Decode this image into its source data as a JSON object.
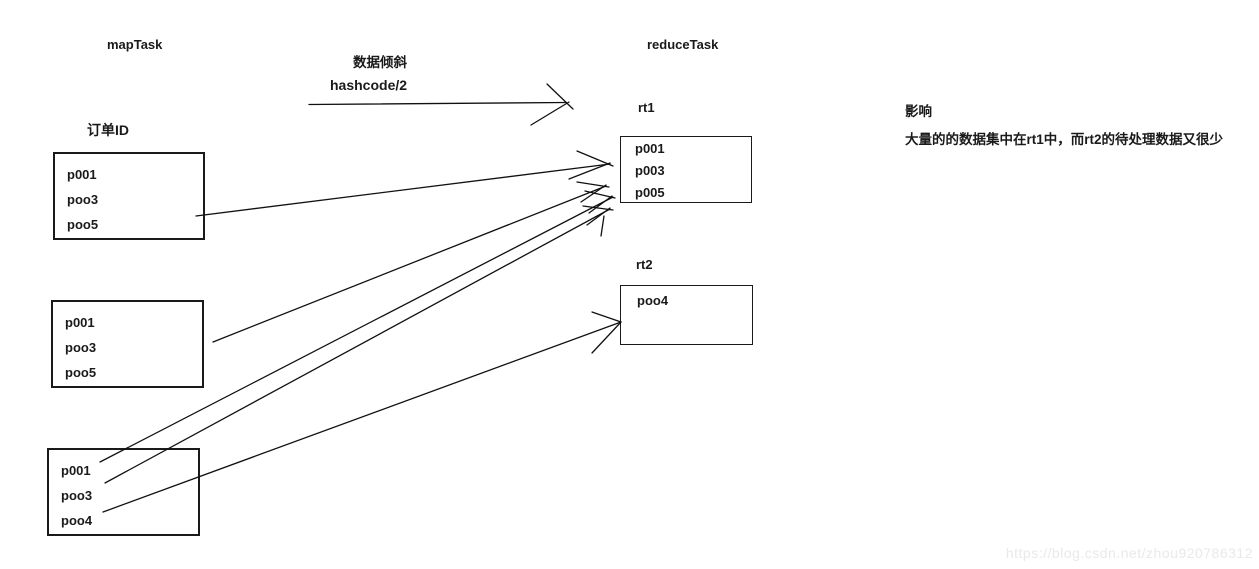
{
  "diagram": {
    "map_section_title": "mapTask",
    "skew_label": "数据倾斜",
    "hash_label": "hashcode/2",
    "order_id_label": "订单ID",
    "reduce_section_title": "reduceTask",
    "map_boxes": [
      {
        "items": [
          "p001",
          "poo3",
          "poo5"
        ]
      },
      {
        "items": [
          "p001",
          "poo3",
          "poo5"
        ]
      },
      {
        "items": [
          "p001",
          "poo3",
          "poo4"
        ]
      }
    ],
    "reduce_boxes": [
      {
        "label": "rt1",
        "items": [
          "p001",
          "p003",
          "p005"
        ]
      },
      {
        "label": "rt2",
        "items": [
          "poo4"
        ]
      }
    ],
    "impact": {
      "title": "影响",
      "text": "大量的的数据集中在rt1中，而rt2的待处理数据又很少"
    },
    "watermark": "https://blog.csdn.net/zhou920786312",
    "colors": {
      "line": "#111111",
      "text": "#1a1a1a",
      "watermark": "#e9e9e9",
      "background": "#ffffff"
    }
  }
}
